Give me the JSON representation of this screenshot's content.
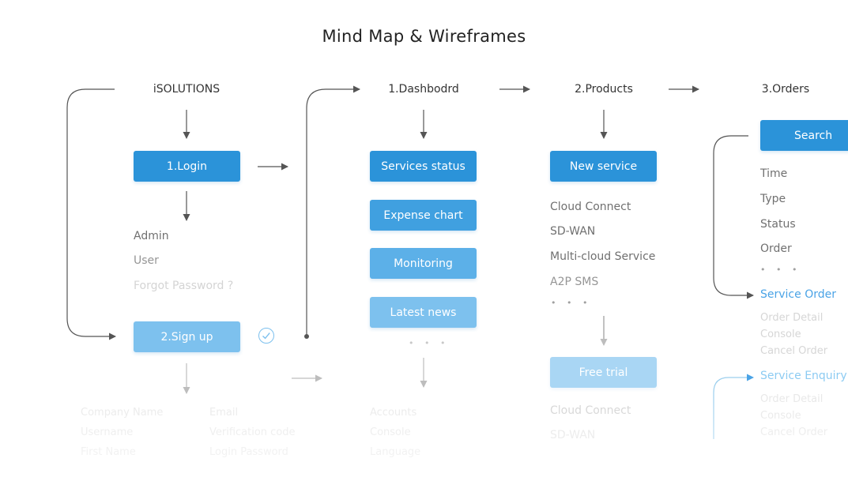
{
  "title": "Mind Map & Wireframes",
  "headers": {
    "root": "iSOLUTIONS",
    "dashboard": "1.Dashbodrd",
    "products": "2.Products",
    "orders": "3.Orders"
  },
  "login": {
    "box": "1.Login",
    "items": [
      "Admin",
      "User",
      "Forgot Password ?"
    ],
    "signup": "2.Sign up",
    "signup_fields_left": [
      "Company Name",
      "Username",
      "First Name"
    ],
    "signup_fields_right": [
      "Email",
      "Verification code",
      "Login Password"
    ]
  },
  "dashboard": {
    "boxes": [
      "Services status",
      "Expense chart",
      "Monitoring",
      "Latest news"
    ],
    "more": "• • •",
    "sub_items": [
      "Accounts",
      "Console",
      "Language"
    ]
  },
  "products": {
    "box": "New service",
    "items": [
      "Cloud Connect",
      "SD-WAN",
      "Multi-cloud Service",
      "A2P SMS"
    ],
    "more": "• • •",
    "trial": "Free trial",
    "trial_items": [
      "Cloud Connect",
      "SD-WAN"
    ]
  },
  "orders": {
    "box": "Search",
    "items": [
      "Time",
      "Type",
      "Status",
      "Order"
    ],
    "more": "• • •",
    "service_order": "Service Order",
    "service_order_items": [
      "Order Detail",
      "Console",
      "Cancel Order"
    ],
    "service_enquiry": "Service Enquiry",
    "service_enquiry_items": [
      "Order Detail",
      "Console",
      "Cancel Order"
    ]
  },
  "colors": {
    "primary": "#2b93d9",
    "link": "#4aa3e6",
    "arrow": "#555555",
    "arrow_light": "#bbbbbb"
  }
}
